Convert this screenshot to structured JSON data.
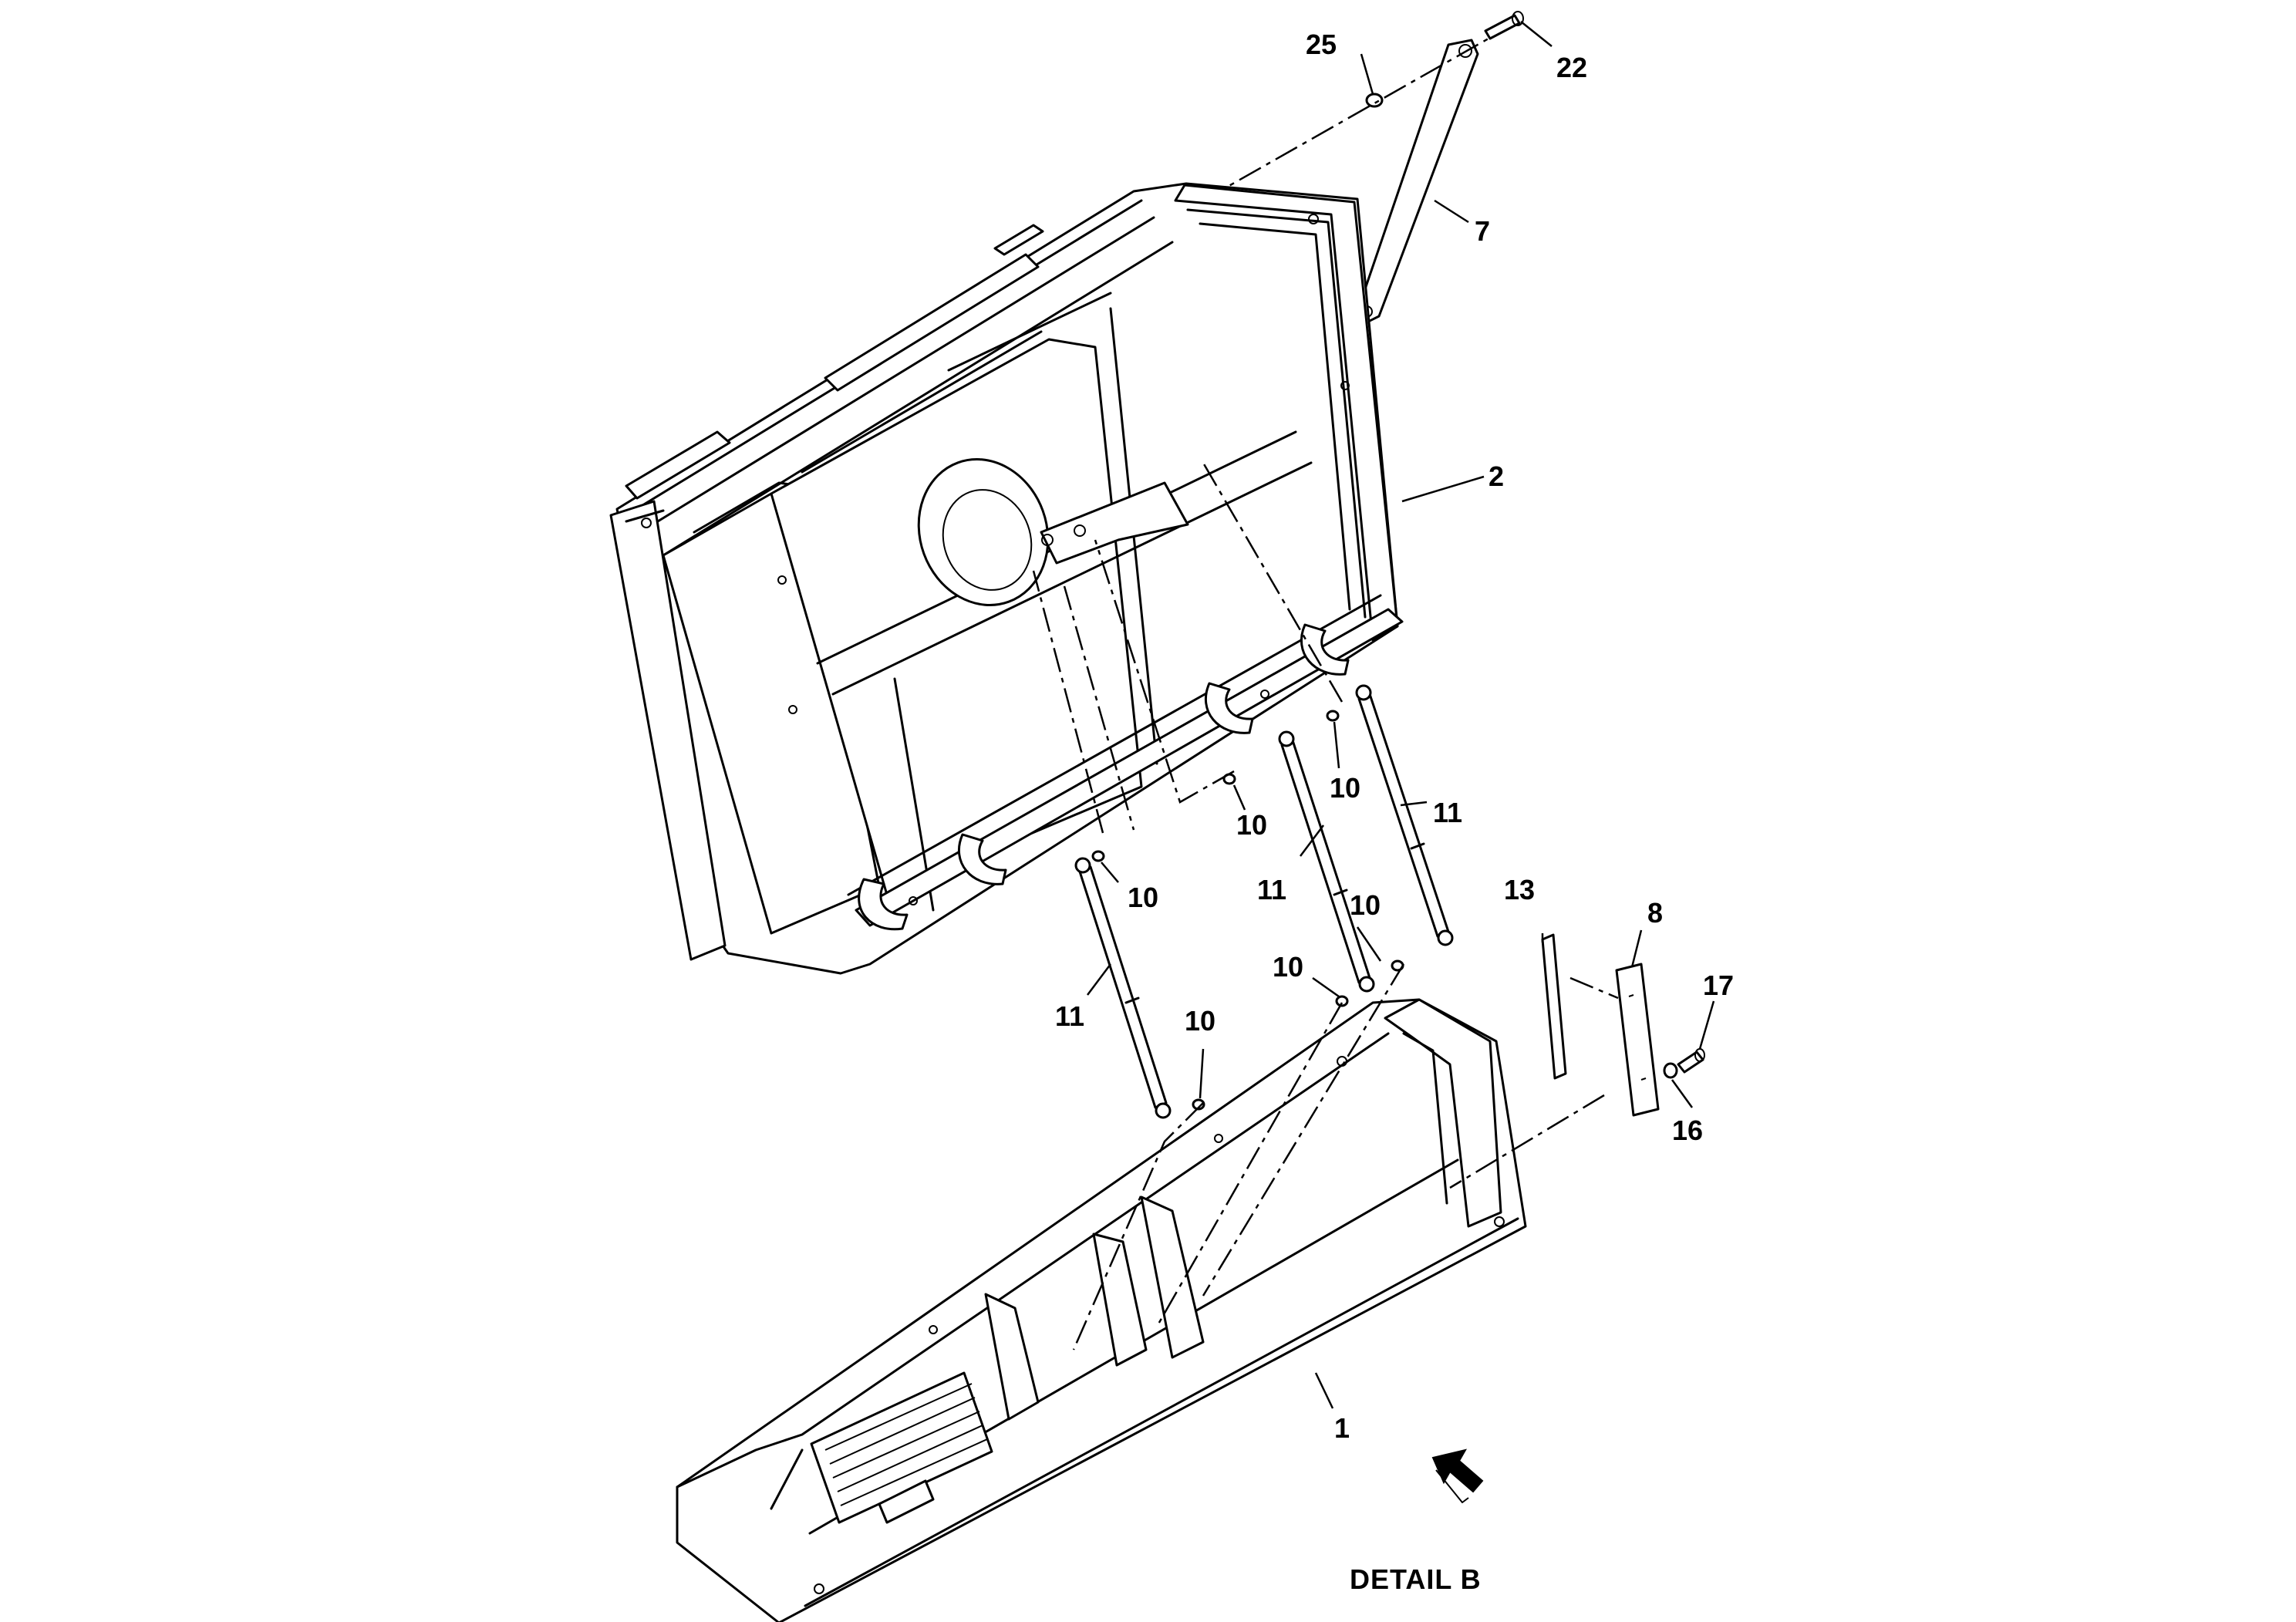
{
  "callouts": [
    {
      "id": "c25",
      "text": "25"
    },
    {
      "id": "c22",
      "text": "22"
    },
    {
      "id": "c7",
      "text": "7"
    },
    {
      "id": "c2",
      "text": "2"
    },
    {
      "id": "c10a",
      "text": "10"
    },
    {
      "id": "c11a",
      "text": "11"
    },
    {
      "id": "c10b",
      "text": "10"
    },
    {
      "id": "c11b",
      "text": "11"
    },
    {
      "id": "c10c",
      "text": "10"
    },
    {
      "id": "c10d",
      "text": "10"
    },
    {
      "id": "c10e",
      "text": "10"
    },
    {
      "id": "c11c",
      "text": "11"
    },
    {
      "id": "c10f",
      "text": "10"
    },
    {
      "id": "c13",
      "text": "13"
    },
    {
      "id": "c8",
      "text": "8"
    },
    {
      "id": "c17",
      "text": "17"
    },
    {
      "id": "c16",
      "text": "16"
    },
    {
      "id": "c1",
      "text": "1"
    }
  ],
  "caption": "DETAIL B",
  "icons": {
    "view_arrow": "view-direction-arrow-icon"
  }
}
